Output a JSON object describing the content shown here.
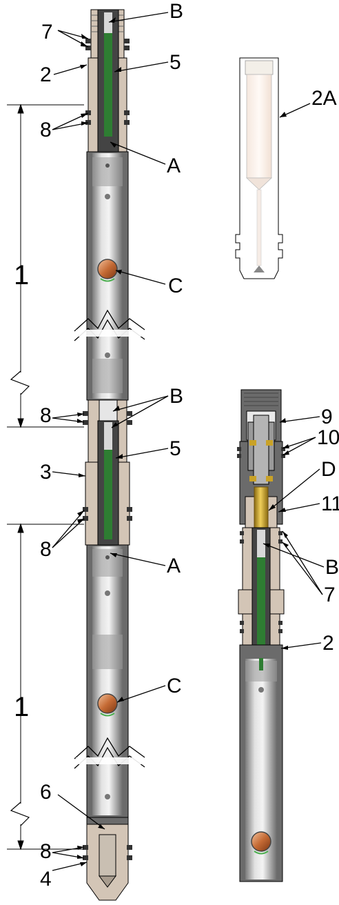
{
  "labels": {
    "B_top": "B",
    "n7_top": "7",
    "n2_top": "2",
    "n5_top": "5",
    "n2A": "2A",
    "n8_a": "8",
    "A_top": "A",
    "n1_top": "1",
    "C_top": "C",
    "B_mid": "B",
    "n8_b": "8",
    "n9": "9",
    "n10": "10",
    "n5_mid": "5",
    "n3": "3",
    "D": "D",
    "n11": "11",
    "n8_c": "8",
    "A_bot": "A",
    "B_right": "B",
    "n7_right": "7",
    "n2_right": "2",
    "C_bot": "C",
    "n1_bot": "1",
    "n6": "6",
    "n8_d": "8",
    "n4": "4"
  },
  "colors": {
    "outline": "#000000",
    "body_metal": "#6b6b6b",
    "tan_housing": "#d8cbbd",
    "green_core": "#2e7d32",
    "copper": "#b5651d",
    "brass": "#c9a227",
    "red_part": "#c62828",
    "steel": "#b8b8b8"
  }
}
